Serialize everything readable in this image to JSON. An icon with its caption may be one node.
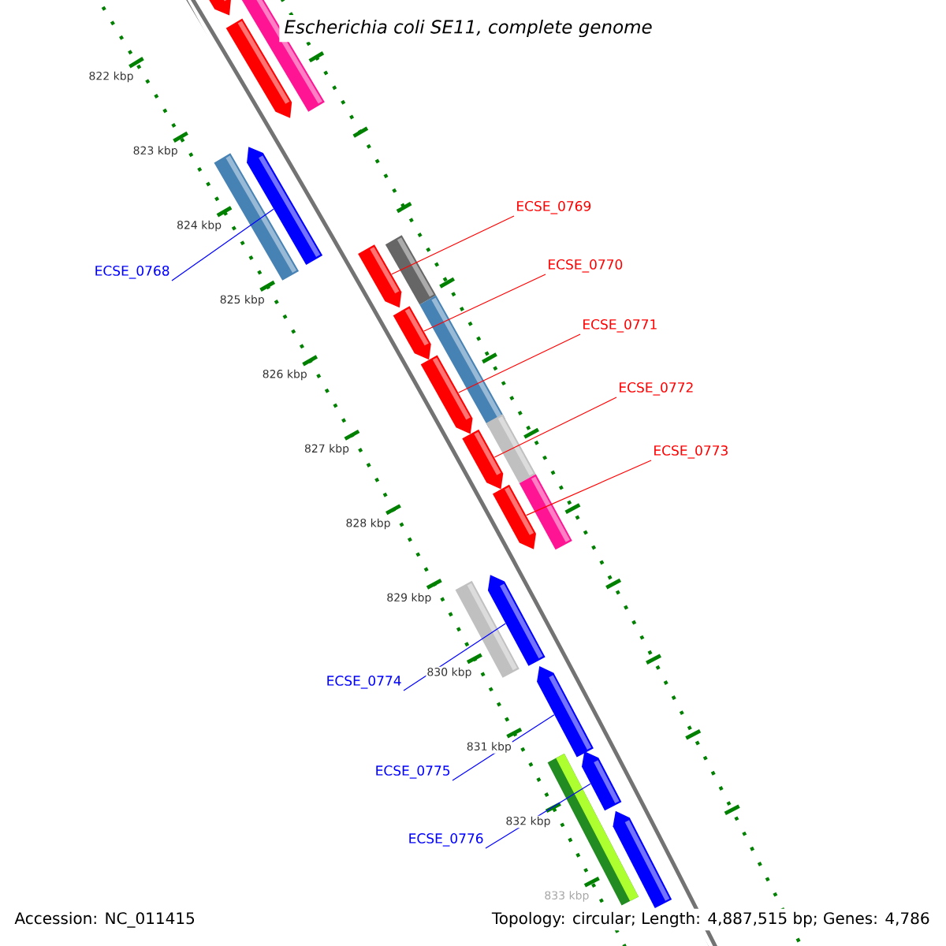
{
  "diagram": {
    "title": "Escherichia coli SE11, complete genome",
    "nodes": [
      {
        "text": [
          "ECSE_0769"
        ]
      },
      {
        "text": [
          "ECSE_0770"
        ]
      },
      {
        "text": [
          "ECSE_0768"
        ]
      },
      {
        "text": [
          "ECSE_0771"
        ]
      },
      {
        "text": [
          "ECSE_0772"
        ]
      },
      {
        "text": [
          "ECSE_0773"
        ]
      },
      {
        "text": [
          "ECSE_0774"
        ]
      },
      {
        "text": [
          "ECSE_0775"
        ]
      },
      {
        "text": [
          "ECSE_0776"
        ]
      },
      {
        "text": [],
        "shape": "bar"
      },
      {
        "text": [],
        "shape": "bar"
      },
      {
        "text": [],
        "shape": "bar"
      },
      {
        "text": [],
        "shape": "bar"
      },
      {
        "text": [],
        "shape": "bar"
      },
      {
        "text": [],
        "shape": "bar"
      },
      {
        "text": [],
        "shape": "bar"
      },
      {
        "text": [],
        "shape": "bar"
      },
      {
        "text": [],
        "shape": "bar"
      },
      {
        "text": [],
        "shape": "bar"
      },
      {
        "text": [],
        "shape": "bar"
      },
      {
        "text": [],
        "shape": "bar"
      },
      {
        "text": [],
        "shape": "bar"
      },
      {
        "text": [],
        "shape": "bar"
      },
      {
        "text": [],
        "shape": "bar"
      },
      {
        "text": [],
        "shape": "bar"
      },
      {
        "text": [],
        "shape": "bar"
      },
      {
        "text": [],
        "shape": "bar"
      },
      {
        "text": [],
        "shape": "bar"
      },
      {
        "text": [],
        "shape": "bar"
      }
    ],
    "edges": [
      {
        "from": 0,
        "to": 9,
        "arrow": "none"
      },
      {
        "from": 1,
        "to": 10,
        "arrow": "none"
      },
      {
        "from": 2,
        "to": 11,
        "arrow": "none",
        "color": "#0000ff"
      },
      {
        "from": 3,
        "to": 12,
        "arrow": "none"
      },
      {
        "from": 4,
        "to": 13,
        "arrow": "none"
      },
      {
        "from": 5,
        "to": 14,
        "arrow": "none"
      },
      {
        "from": 6,
        "to": 15,
        "arrow": "none",
        "color": "#0000ff"
      },
      {
        "from": 7,
        "to": 16,
        "arrow": "none",
        "color": "#0000ff"
      },
      {
        "from": 8,
        "to": 17,
        "arrow": "none",
        "color": "#0000ff"
      }
    ],
    "labels": [
      "822 kbp",
      "823 kbp",
      "824 kbp",
      "825 kbp",
      "826 kbp",
      "827 kbp",
      "828 kbp",
      "829 kbp",
      "830 kbp",
      "831 kbp",
      "832 kbp",
      "833 kbp",
      "Accession: NC_011415",
      "Topology: circular; Length: 4,887,515 bp; Genes: 4,786"
    ]
  }
}
